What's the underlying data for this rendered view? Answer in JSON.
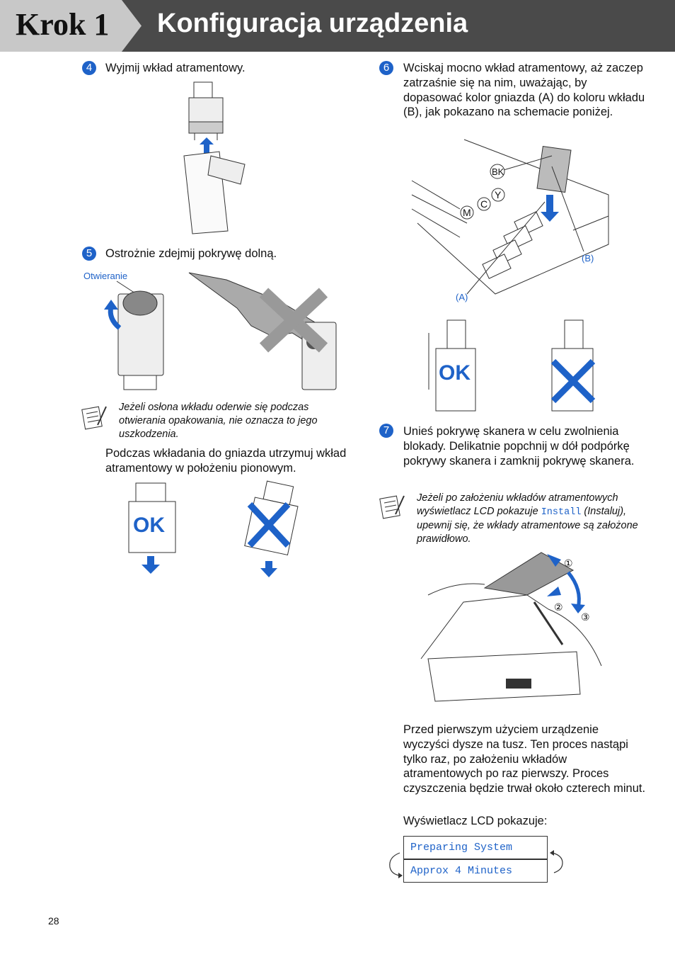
{
  "header": {
    "step_label": "Krok 1",
    "title": "Konfiguracja urządzenia"
  },
  "colors": {
    "accent": "#1e62c8",
    "header_bg": "#4a4a4a",
    "tab_bg": "#c8c8c8"
  },
  "steps": {
    "s4": {
      "num": "4",
      "text": "Wyjmij wkład atramentowy."
    },
    "s5": {
      "num": "5",
      "text": "Ostrożnie zdejmij pokrywę dolną.",
      "label_otwieranie": "Otwieranie"
    },
    "s6": {
      "num": "6",
      "text": "Wciskaj mocno wkład atramentowy, aż zaczep zatrzaśnie się na nim, uważając, by dopasować kolor gniazda (A) do koloru wkładu (B), jak pokazano na schemacie poniżej.",
      "labels": {
        "bk": "BK",
        "y": "Y",
        "c": "C",
        "m": "M",
        "a": "(A)",
        "b": "(B)"
      }
    },
    "s7": {
      "num": "7",
      "text": "Unieś pokrywę skanera w celu zwolnienia blokady. Delikatnie popchnij w dół podpórkę pokrywy skanera i zamknij pokrywę skanera.",
      "markers": {
        "one": "①",
        "two": "②",
        "three": "③"
      }
    }
  },
  "note1": "Jeżeli osłona wkładu oderwie się podczas otwierania opakowania, nie oznacza to jego uszkodzenia.",
  "para_upright": "Podczas wkładania do gniazda utrzymuj wkład atramentowy w położeniu pionowym.",
  "ok_label": "OK",
  "note2": {
    "before": "Jeżeli po założeniu wkładów atramentowych wyświetlacz LCD pokazuje ",
    "code": "Install",
    "after": " (Instaluj), upewnij się, że wkłady atramentowe są założone prawidłowo."
  },
  "para_cleaning": "Przed pierwszym użyciem urządzenie wyczyści dysze na tusz. Ten proces nastąpi tylko raz, po założeniu wkładów atramentowych po raz pierwszy. Proces czyszczenia będzie trwał około czterech minut.",
  "para_lcd": "Wyświetlacz LCD pokazuje:",
  "lcd": {
    "line1": "Preparing System",
    "line2": "Approx 4 Minutes"
  },
  "page_number": "28",
  "icons": {
    "note": "notepad-icon",
    "arrow": "arrow-icon",
    "cross": "cross-icon"
  }
}
